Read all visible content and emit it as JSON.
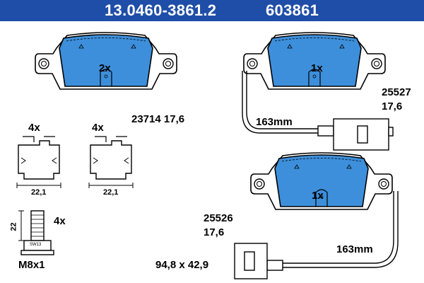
{
  "header": {
    "part_number": "13.0460-3861.2",
    "ref_number": "603861"
  },
  "pads": [
    {
      "id": "pad-top-left",
      "quantity": "2x",
      "part": "23714",
      "thickness": "17,6",
      "part_and_thickness": "23714 17,6",
      "has_wear_sensor": false
    },
    {
      "id": "pad-top-right",
      "quantity": "1x",
      "part": "25527",
      "thickness": "17,6",
      "has_wear_sensor": true,
      "sensor_length": "163mm"
    },
    {
      "id": "pad-bottom-right",
      "quantity": "1x",
      "part": "25526",
      "thickness": "17,6",
      "has_wear_sensor": true,
      "sensor_length": "163mm"
    }
  ],
  "clips": [
    {
      "quantity": "4x",
      "width": "22,1"
    },
    {
      "quantity": "4x",
      "width": "22,1"
    }
  ],
  "bolt": {
    "quantity": "4x",
    "length": "22",
    "thread": "M8x1",
    "wrench_size": "SW13"
  },
  "dimensions": "94,8 x 42,9",
  "colors": {
    "header_bg": "#1f4ea8",
    "header_text": "#ffffff",
    "pad_fill": "#3d8fdb",
    "outline": "#000000"
  }
}
